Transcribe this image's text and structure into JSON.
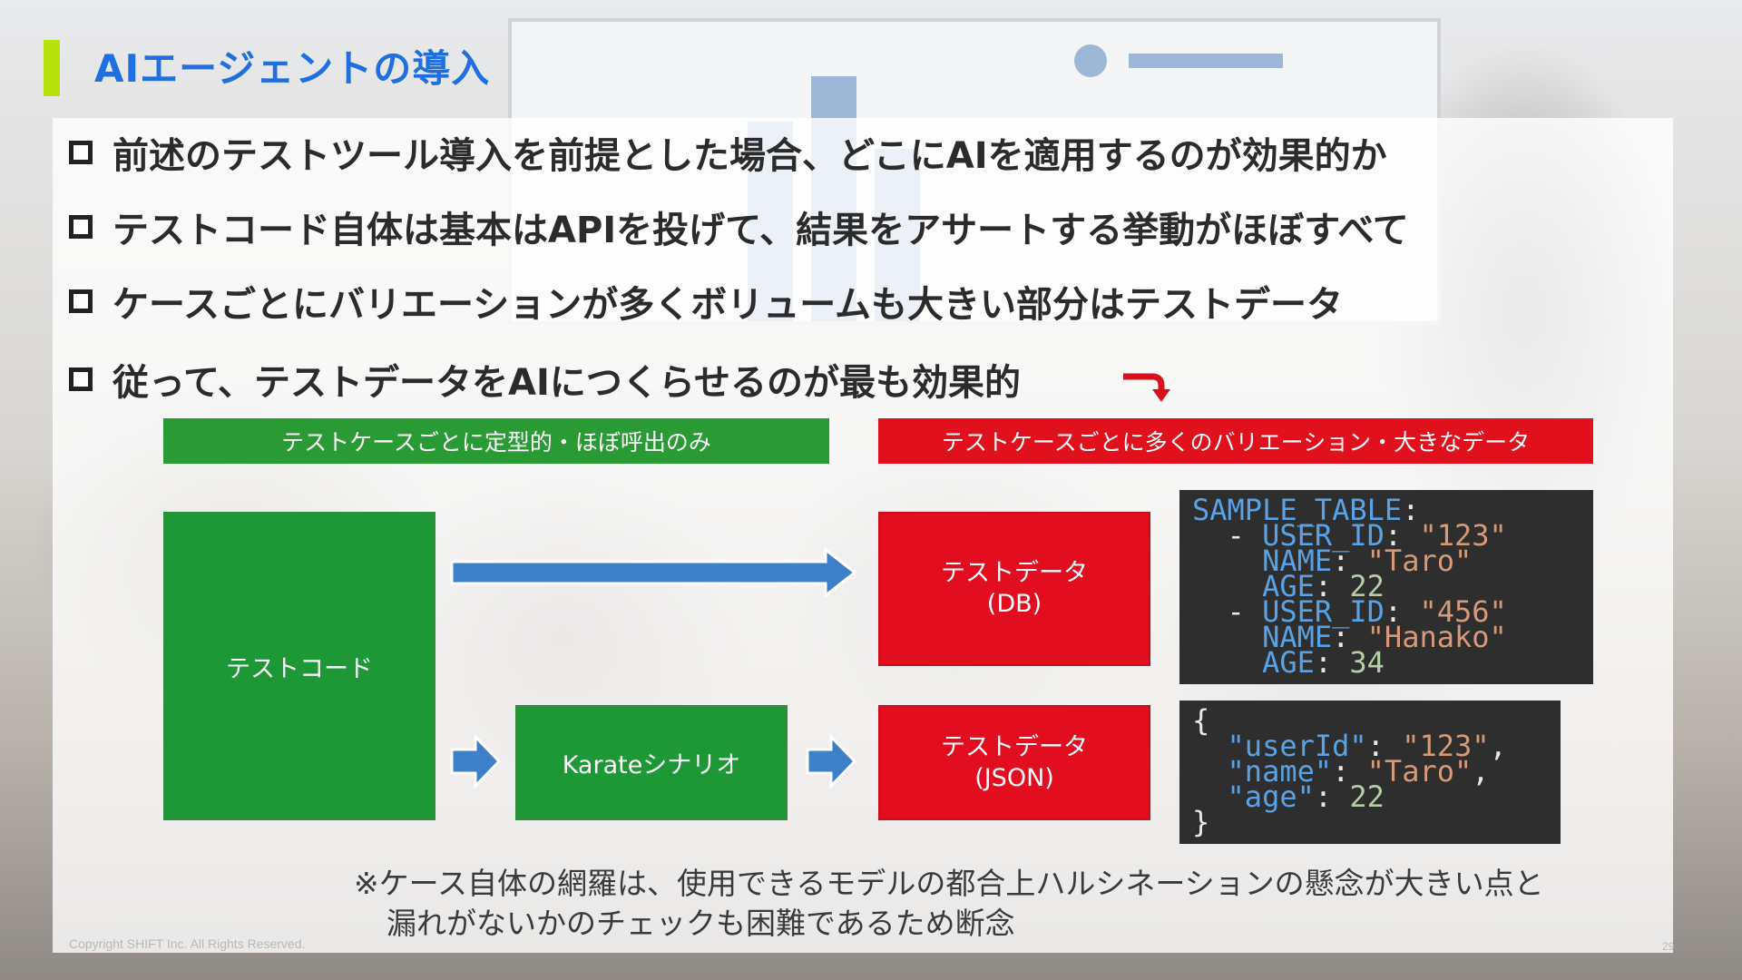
{
  "title": "AIエージェントの導入",
  "bullets": [
    "前述のテストツール導入を前提とした場合、どこにAIを適用するのが効果的か",
    "テストコード自体は基本はAPIを投げて、結果をアサートする挙動がほぼすべて",
    "ケースごとにバリエーションが多くボリュームも大きい部分はテストデータ",
    "従って、テストデータをAIにつくらせるのが最も効果的"
  ],
  "headers": {
    "green": "テストケースごとに定型的・ほぼ呼出のみ",
    "red": "テストケースごとに多くのバリエーション・大きなデータ"
  },
  "boxes": {
    "test_code": "テストコード",
    "karate": "Karateシナリオ",
    "data_db_line1": "テストデータ",
    "data_db_line2": "(DB)",
    "data_json_line1": "テストデータ",
    "data_json_line2": "(JSON)"
  },
  "yaml_sample": {
    "table": "SAMPLE_TABLE",
    "rows": [
      {
        "user_id_key": "USER_ID",
        "user_id": "\"123\"",
        "name_key": "NAME",
        "name": "\"Taro\"",
        "age_key": "AGE",
        "age": "22"
      },
      {
        "user_id_key": "USER_ID",
        "user_id": "\"456\"",
        "name_key": "NAME",
        "name": "\"Hanako\"",
        "age_key": "AGE",
        "age": "34"
      }
    ]
  },
  "json_sample": {
    "userId_key": "\"userId\"",
    "userId": "\"123\"",
    "name_key": "\"name\"",
    "name": "\"Taro\"",
    "age_key": "\"age\"",
    "age": "22"
  },
  "note": {
    "line1": "※ケース自体の網羅は、使用できるモデルの都合上ハルシネーションの懸念が大きい点と",
    "line2": "漏れがないかのチェックも困難であるため断念"
  },
  "footer": {
    "copyright": "Copyright SHIFT Inc. All Rights Reserved.",
    "page": "29"
  },
  "colors": {
    "title": "#1f6fe0",
    "accent": "#b6e10a",
    "green": "#1e9837",
    "red": "#e20d1e",
    "arrow_blue": "#3d80c8",
    "code_bg": "#2e2e2e"
  }
}
